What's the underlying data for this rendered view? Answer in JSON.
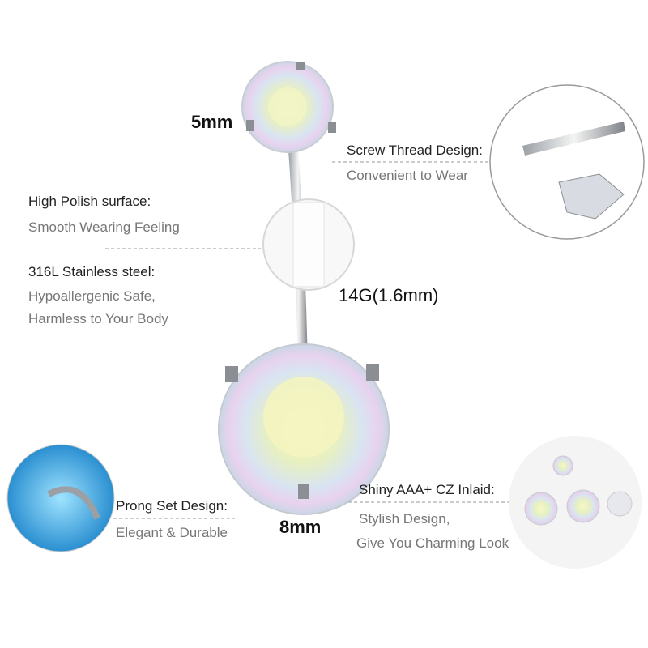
{
  "labels": {
    "top_gem_size": "5mm",
    "bottom_gem_size": "8mm",
    "gauge": "14G(1.6mm)"
  },
  "features": {
    "screw_thread": {
      "title": "Screw Thread Design:",
      "desc": "Convenient to Wear"
    },
    "high_polish": {
      "title": "High Polish surface:",
      "desc": "Smooth Wearing Feeling"
    },
    "steel": {
      "title": "316L Stainless steel:",
      "desc_line1": "Hypoallergenic Safe,",
      "desc_line2": "Harmless to Your Body"
    },
    "prong_set": {
      "title": "Prong Set Design:",
      "desc": "Elegant & Durable"
    },
    "cz_inlaid": {
      "title": "Shiny AAA+ CZ Inlaid:",
      "desc_line1": "Stylish Design,",
      "desc_line2": "Give You Charming Look"
    }
  }
}
